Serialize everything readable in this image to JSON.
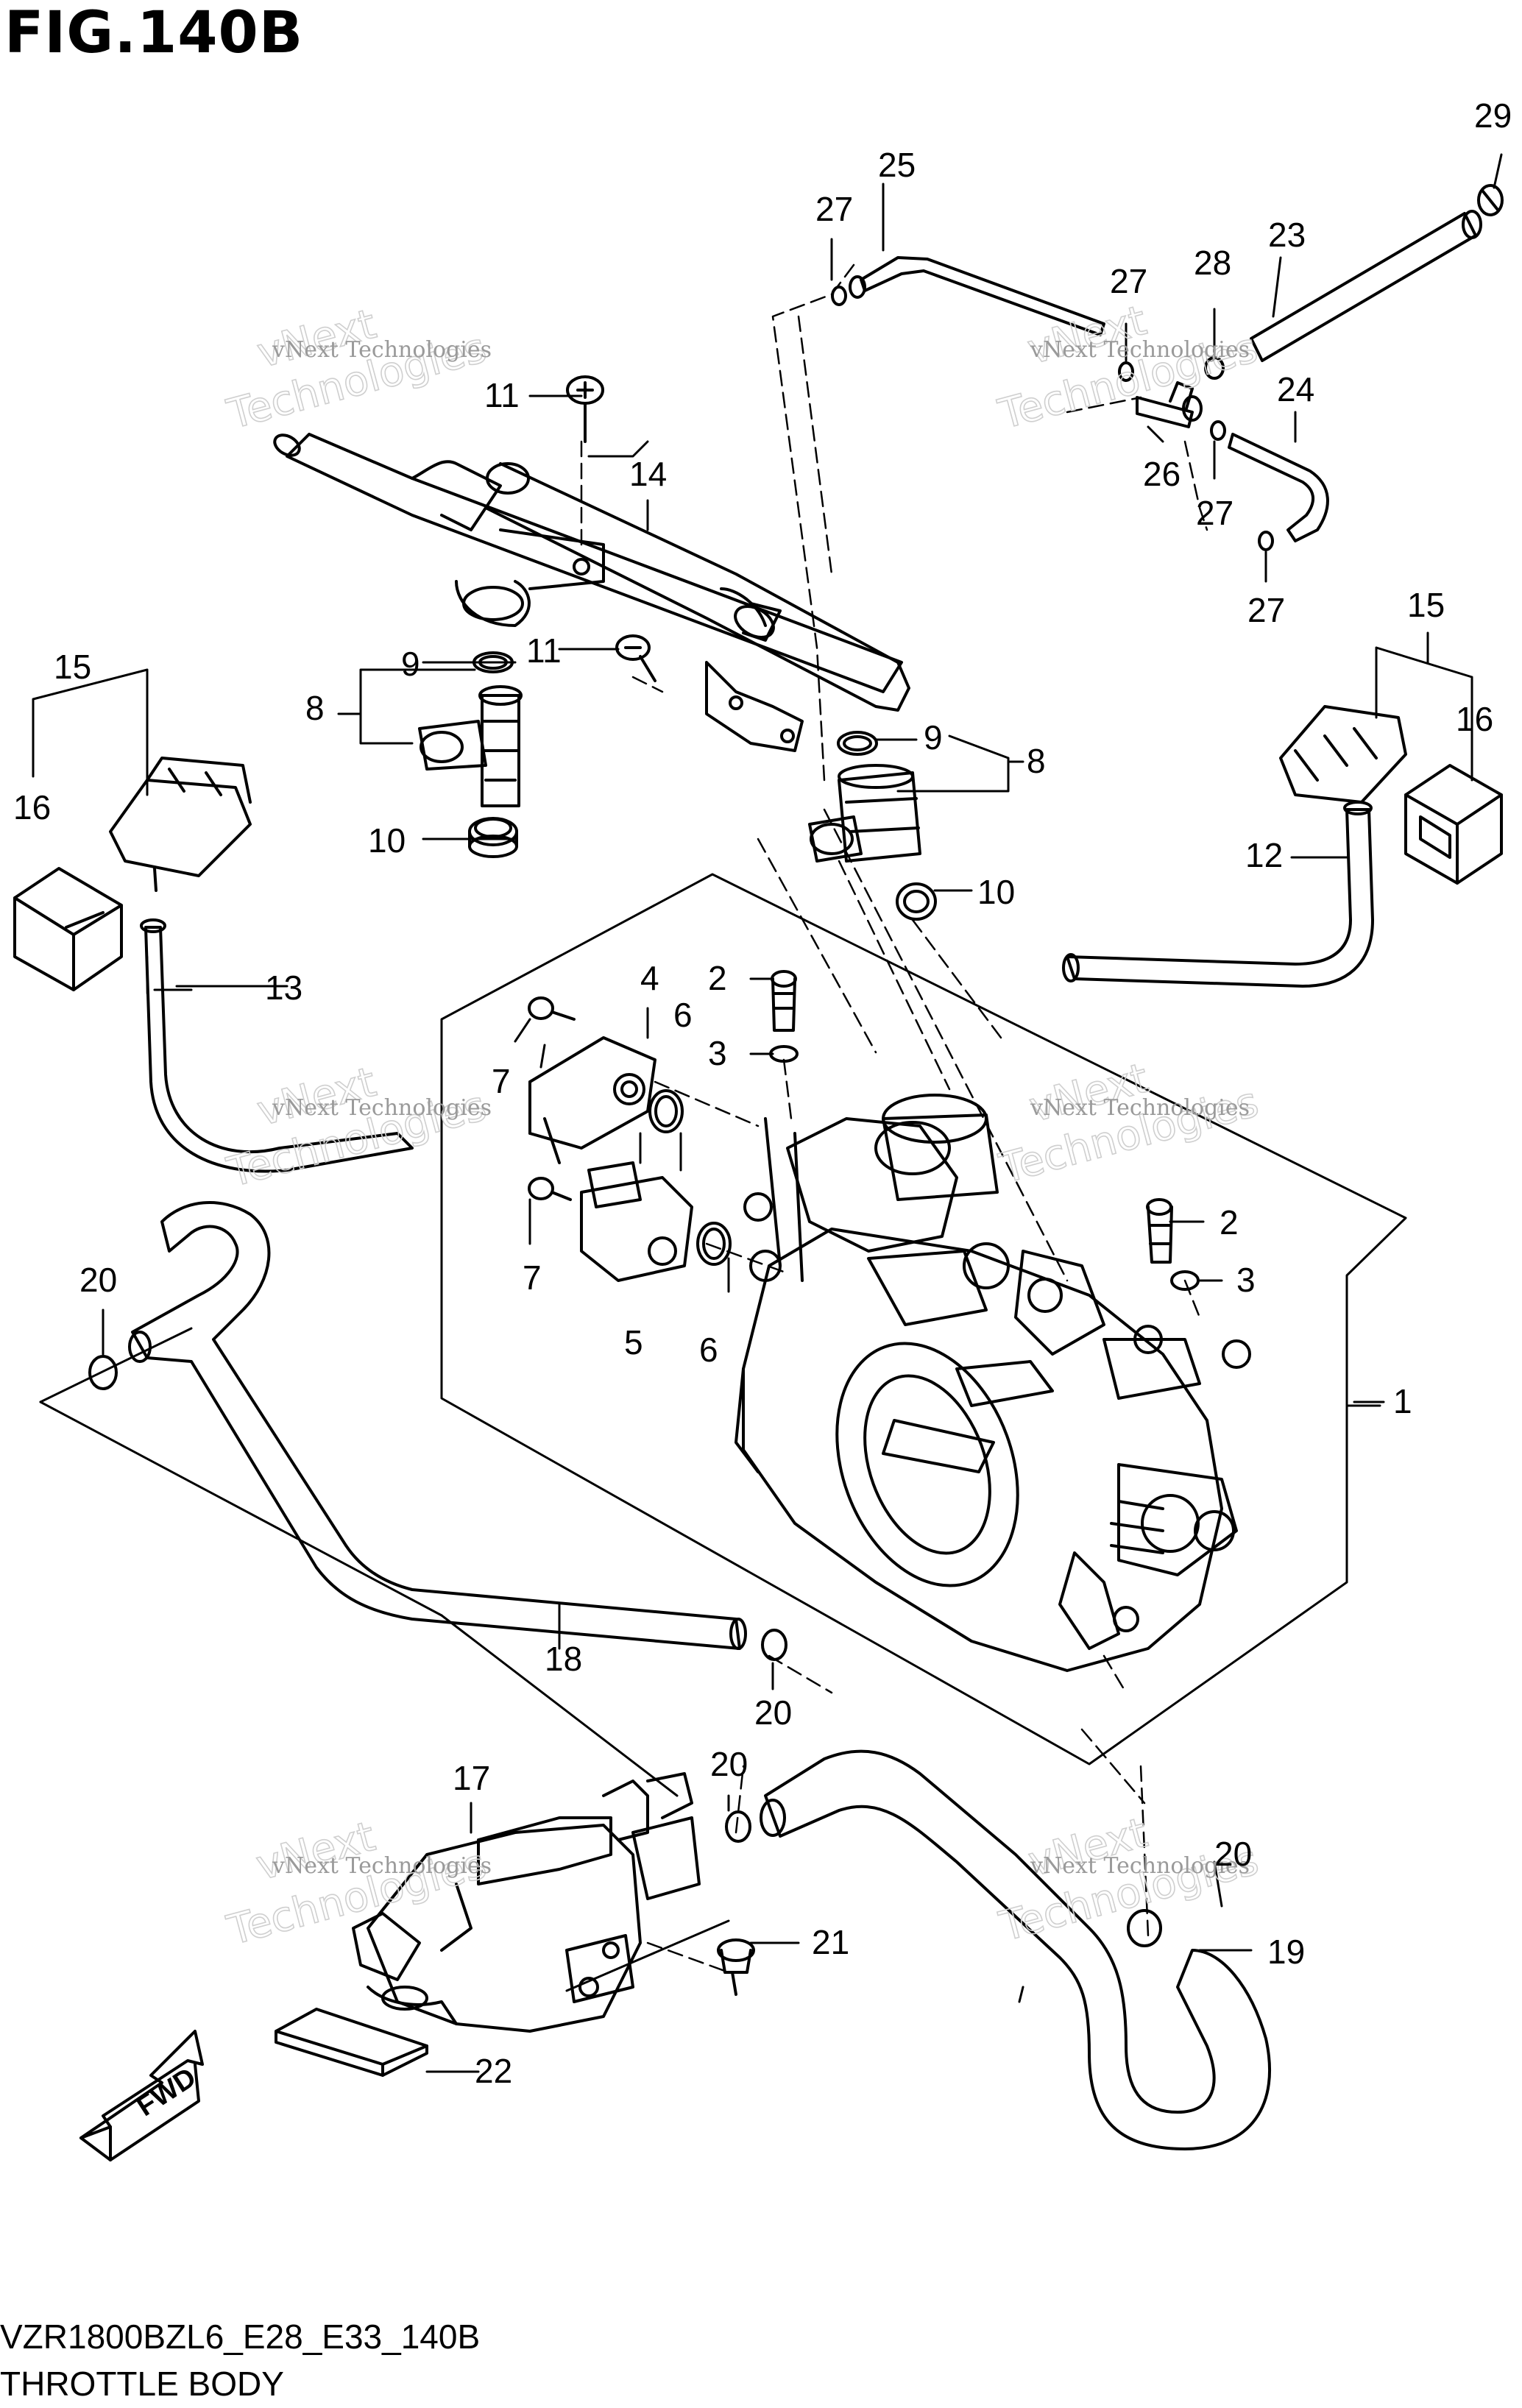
{
  "figure": {
    "title": "FIG.140B",
    "model_code": "VZR1800BZL6_E28_E33_140B",
    "section_name": "THROTTLE BODY"
  },
  "watermark": {
    "small_text": "vNext Technologies",
    "big_line1": "vNext",
    "big_line2": "Technologies"
  },
  "callouts": {
    "n1": "1",
    "n2a": "2",
    "n2b": "2",
    "n3a": "3",
    "n3b": "3",
    "n4": "4",
    "n5": "5",
    "n6a": "6",
    "n6b": "6",
    "n7a": "7",
    "n7b": "7",
    "n8a": "8",
    "n8b": "8",
    "n9a": "9",
    "n9b": "9",
    "n10a": "10",
    "n10b": "10",
    "n11a": "11",
    "n11b": "11",
    "n12": "12",
    "n13": "13",
    "n14": "14",
    "n15a": "15",
    "n15b": "15",
    "n16a": "16",
    "n16b": "16",
    "n17": "17",
    "n18": "18",
    "n19": "19",
    "n20a": "20",
    "n20b": "20",
    "n20c": "20",
    "n20d": "20",
    "n21": "21",
    "n22": "22",
    "n23": "23",
    "n24": "24",
    "n25": "25",
    "n26": "26",
    "n27a": "27",
    "n27b": "27",
    "n27c": "27",
    "n27d": "27",
    "n28": "28",
    "n29": "29"
  },
  "fwd_badge": "FWD"
}
